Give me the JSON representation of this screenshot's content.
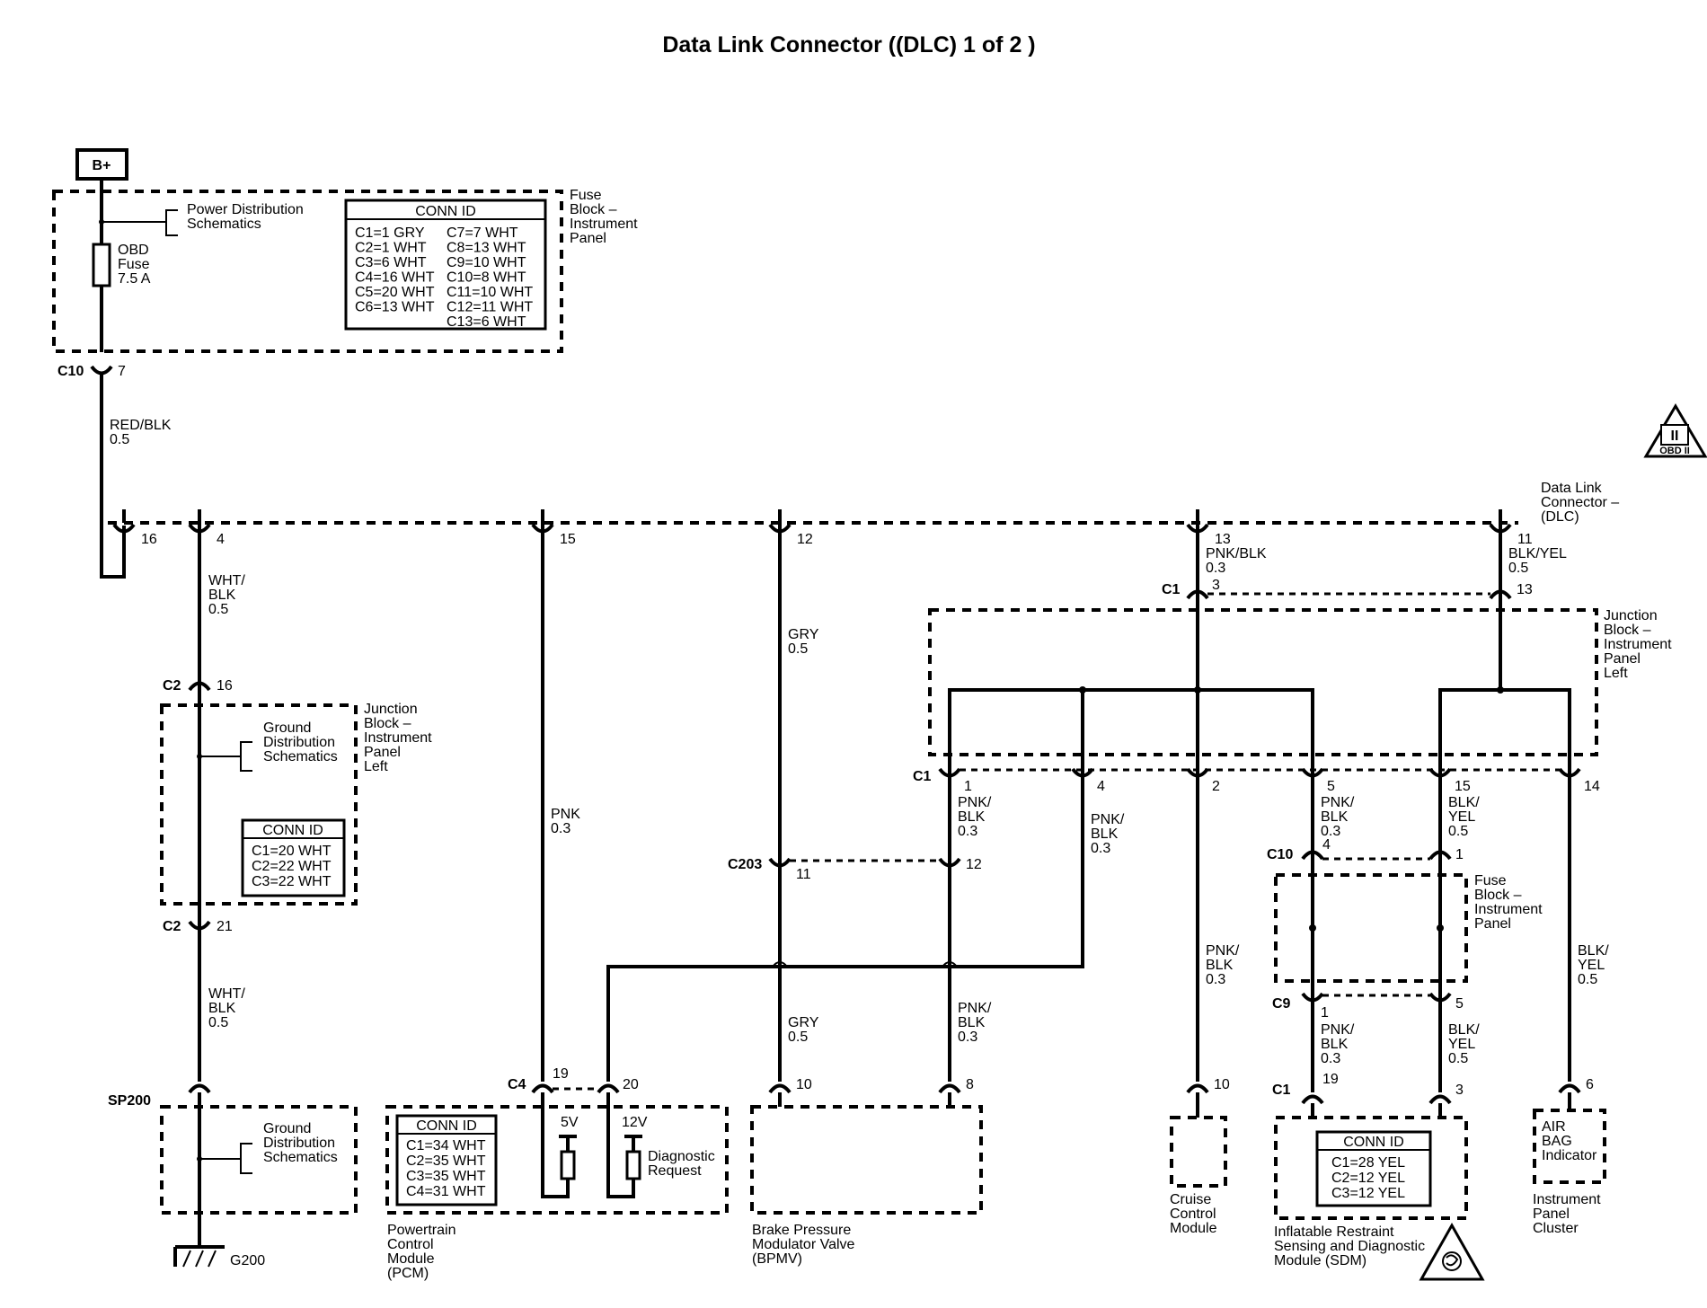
{
  "title": "Data Link Connector ((DLC) 1 of 2 )",
  "battery": "B+",
  "fuse_block_ip": {
    "name": [
      "Fuse",
      "Block –",
      "Instrument",
      "Panel"
    ],
    "power_dist": [
      "Power Distribution",
      "Schematics"
    ],
    "fuse": [
      "OBD",
      "Fuse",
      "7.5 A"
    ],
    "conn_id_title": "CONN ID",
    "conn_id_left": [
      "C1=1 GRY",
      "C2=1 WHT",
      "C3=6 WHT",
      "C4=16 WHT",
      "C5=20 WHT",
      "C6=13 WHT"
    ],
    "conn_id_right": [
      "C7=7 WHT",
      "C8=13 WHT",
      "C9=10 WHT",
      "C10=8 WHT",
      "C11=10 WHT",
      "C12=11 WHT",
      "C13=6 WHT"
    ]
  },
  "obd_badge": [
    "II",
    "OBD II"
  ],
  "dlc_label": [
    "Data Link",
    "Connector –",
    "(DLC)"
  ],
  "connectors": {
    "c10_name": "C10",
    "c10_pin": "7",
    "dlc_pins": [
      "16",
      "4",
      "15",
      "12",
      "13",
      "11"
    ],
    "c1_top": "C1",
    "c1_top_pins": [
      "3",
      "13"
    ],
    "c2": "C2",
    "c2_pin_a": "16",
    "c2_pin_b": "21",
    "c1_jb": "C1",
    "c1_jb_pins": [
      "1",
      "4",
      "2",
      "5",
      "15",
      "14"
    ],
    "c203": "C203",
    "c203_pins": [
      "11",
      "12"
    ],
    "c10_fb": "C10",
    "c10_fb_pins": [
      "4",
      "1"
    ],
    "c9": "C9",
    "c9_pins": [
      "1",
      "5"
    ],
    "c4": "C4",
    "c4_pins": [
      "19",
      "20"
    ],
    "bpmv_pins": [
      "10",
      "8"
    ],
    "cruise_pin": "10",
    "sdm_c1": "C1",
    "sdm_pins": [
      "19",
      "3"
    ],
    "ipc_pin": "6"
  },
  "wires": {
    "red_blk": [
      "RED/BLK",
      "0.5"
    ],
    "wht_blk_a": [
      "WHT/",
      "BLK",
      "0.5"
    ],
    "wht_blk_b": [
      "WHT/",
      "BLK",
      "0.5"
    ],
    "pnk": [
      "PNK",
      "0.3"
    ],
    "gry_a": [
      "GRY",
      "0.5"
    ],
    "gry_b": [
      "GRY",
      "0.5"
    ],
    "pnk_blk_top": [
      "PNK/BLK",
      "0.3"
    ],
    "blk_yel_top": [
      "BLK/YEL",
      "0.5"
    ],
    "pnk_blk_c1": [
      "PNK/",
      "BLK",
      "0.3"
    ],
    "pnk_blk_4": [
      "PNK/",
      "BLK",
      "0.3"
    ],
    "pnk_blk_8": [
      "PNK/",
      "BLK",
      "0.3"
    ],
    "pnk_blk_cruise": [
      "PNK/",
      "BLK",
      "0.3"
    ],
    "pnk_blk_5": [
      "PNK/",
      "BLK",
      "0.3"
    ],
    "blk_yel_15": [
      "BLK/",
      "YEL",
      "0.5"
    ],
    "pnk_blk_c9": [
      "PNK/",
      "BLK",
      "0.3"
    ],
    "blk_yel_c9": [
      "BLK/",
      "YEL",
      "0.5"
    ],
    "blk_yel_14": [
      "BLK/",
      "YEL",
      "0.5"
    ]
  },
  "jb_ip_left_a": {
    "name": [
      "Junction",
      "Block –",
      "Instrument",
      "Panel",
      "Left"
    ],
    "ground": [
      "Ground",
      "Distribution",
      "Schematics"
    ],
    "conn_id_title": "CONN ID",
    "conn_id": [
      "C1=20 WHT",
      "C2=22 WHT",
      "C3=22 WHT"
    ]
  },
  "jb_ip_left_b": {
    "name": [
      "Junction",
      "Block –",
      "Instrument",
      "Panel",
      "Left"
    ]
  },
  "fuse_block_ip_b": {
    "name": [
      "Fuse",
      "Block –",
      "Instrument",
      "Panel"
    ]
  },
  "sp200": {
    "name": "SP200",
    "ground": [
      "Ground",
      "Distribution",
      "Schematics"
    ],
    "g200": "G200"
  },
  "pcm": {
    "name": [
      "Powertrain",
      "Control",
      "Module",
      "(PCM)"
    ],
    "conn_id_title": "CONN ID",
    "conn_id": [
      "C1=34 WHT",
      "C2=35 WHT",
      "C3=35 WHT",
      "C4=31 WHT"
    ],
    "v5": "5V",
    "v12": "12V",
    "diag": [
      "Diagnostic",
      "Request"
    ]
  },
  "bpmv": {
    "name": [
      "Brake Pressure",
      "Modulator Valve",
      "(BPMV)"
    ]
  },
  "cruise": {
    "name": [
      "Cruise",
      "Control",
      "Module"
    ]
  },
  "sdm": {
    "name": [
      "Inflatable Restraint",
      "Sensing and Diagnostic",
      "Module (SDM)"
    ],
    "conn_id_title": "CONN ID",
    "conn_id": [
      "C1=28 YEL",
      "C2=12 YEL",
      "C3=12 YEL"
    ]
  },
  "ipc": {
    "indicator": [
      "AIR",
      "BAG",
      "Indicator"
    ],
    "name": [
      "Instrument",
      "Panel",
      "Cluster"
    ]
  }
}
